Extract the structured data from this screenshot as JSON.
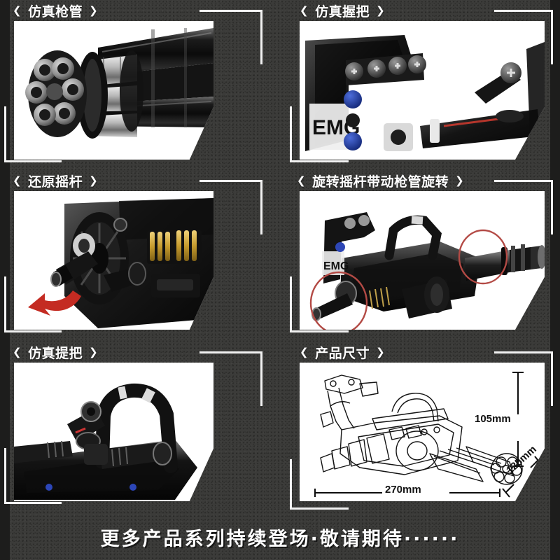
{
  "theme": {
    "background_color": "#3b3b39",
    "edge_band_color": "#1d1d1c",
    "panel_color": "#ffffff",
    "title_color": "#ffffff",
    "bracket_color": "#f2f2f2",
    "accent_red": "#c42b22",
    "annotation_red": "#b34a45"
  },
  "panels": [
    {
      "id": "barrel",
      "title": "仿真枪管",
      "left_chevron": "❮",
      "right_chevron": "❯",
      "caption_note": "",
      "photo_alt": "六管加特林枪管特写"
    },
    {
      "id": "grip",
      "title": "仿真握把",
      "left_chevron": "❮",
      "right_chevron": "❯",
      "brand_text": "EMG",
      "photo_alt": "仿真握把特写"
    },
    {
      "id": "lever-return",
      "title": "还原摇杆",
      "left_chevron": "❮",
      "right_chevron": "❯",
      "arrow_label": "还原方向",
      "photo_alt": "还原摇杆特写"
    },
    {
      "id": "lever-rotate",
      "title": "旋转摇杆带动枪管旋转",
      "left_chevron": "❮",
      "right_chevron": "❯",
      "annotation_count": 2,
      "photo_alt": "整枪旋转摇杆与枪管标注"
    },
    {
      "id": "carry-handle",
      "title": "仿真提把",
      "left_chevron": "❮",
      "right_chevron": "❯",
      "photo_alt": "仿真提把特写"
    },
    {
      "id": "dimensions",
      "title": "产品尺寸",
      "left_chevron": "❮",
      "right_chevron": "❯",
      "photo_alt": "产品线稿与尺寸标注",
      "measurements": {
        "length": "270mm",
        "height": "105mm",
        "depth": "125mm"
      }
    }
  ],
  "banner": {
    "text": "更多产品系列持续登场·敬请期待······"
  }
}
